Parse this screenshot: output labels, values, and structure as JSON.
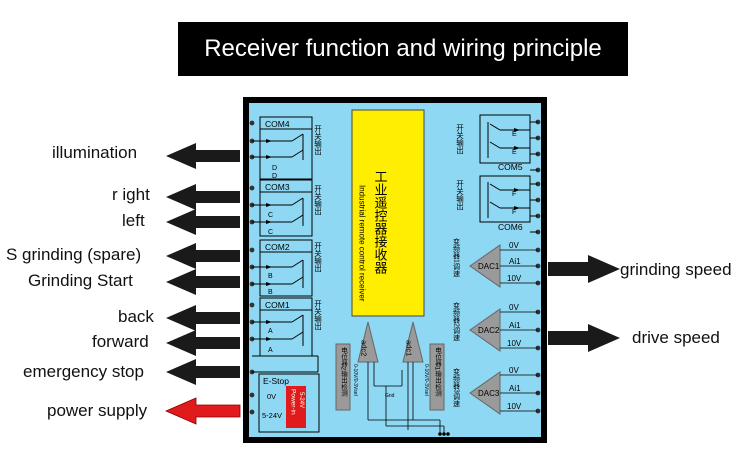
{
  "title": "Receiver function and wiring principle",
  "left_labels": [
    {
      "id": "illumination",
      "text": "illumination"
    },
    {
      "id": "right",
      "text": "r ight"
    },
    {
      "id": "left",
      "text": "left"
    },
    {
      "id": "s-grinding",
      "text": "S grinding (spare)"
    },
    {
      "id": "grinding-start",
      "text": "Grinding Start"
    },
    {
      "id": "back",
      "text": "back"
    },
    {
      "id": "forward",
      "text": "forward"
    },
    {
      "id": "emergency-stop",
      "text": "emergency stop"
    },
    {
      "id": "power-supply",
      "text": "power supply"
    }
  ],
  "right_labels": [
    {
      "id": "grinding-speed",
      "text": "grinding speed"
    },
    {
      "id": "drive-speed",
      "text": "drive speed"
    }
  ],
  "board": {
    "receiver_cn": "工业遥控器接收器",
    "receiver_en": "Industrial remote control receiver",
    "switch_output_cn": "开关输出",
    "com": [
      "COM4",
      "COM3",
      "COM2",
      "COM1",
      "COM5",
      "COM6"
    ],
    "relay": [
      "D",
      "D",
      "C",
      "C",
      "B",
      "B",
      "A",
      "A",
      "E",
      "E",
      "F",
      "F"
    ],
    "estop": "E-Stop",
    "zero_v": "0V",
    "supply": "5-24V",
    "power_in": "Power-in",
    "power_in_v": "5-24V",
    "adc": [
      "adc2",
      "adc1"
    ],
    "adc_box_cn": [
      "电位器2输出检测",
      "电位器1输出检测"
    ],
    "adc_range": "0-10V/0-3Vsel",
    "dac": [
      "DAC1",
      "DAC2",
      "DAC3"
    ],
    "dac_cn": [
      "变频器1调速",
      "变频器2调速",
      "变频器3调速"
    ],
    "dac_pins": [
      "0V",
      "Ai1",
      "10V"
    ],
    "gnd": "Gnd"
  },
  "colors": {
    "board_bg": "#8ed8f4",
    "board_border": "#000000",
    "receiver_fill": "#ffee00",
    "arrow_dark": "#1a1a1a",
    "arrow_red": "#e11b1b",
    "power_fill": "#e11b1b",
    "dac_fill": "#9a9a9a"
  }
}
